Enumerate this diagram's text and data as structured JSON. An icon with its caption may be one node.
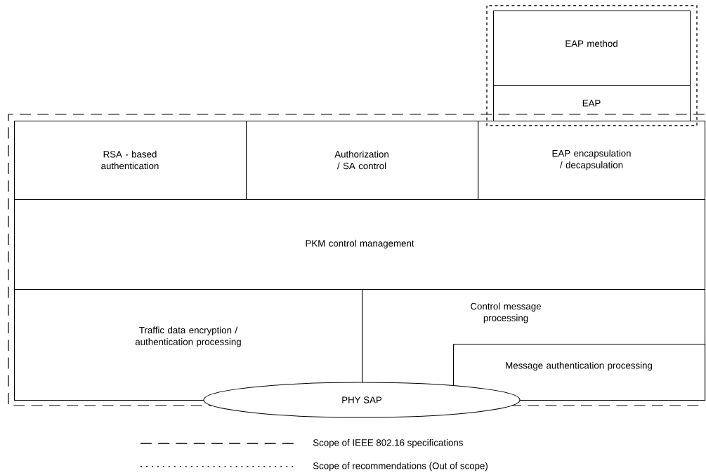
{
  "diagram": {
    "nodes": [
      {
        "text": [
          "EAP method"
        ]
      },
      {
        "text": [
          "EAP"
        ]
      },
      {
        "text": [
          "RSA - based authentication"
        ]
      },
      {
        "text": [
          "Authorization / SA control"
        ]
      },
      {
        "text": [
          "EAP encapsulation / decapsulation"
        ]
      },
      {
        "text": [
          "PKM control management"
        ]
      },
      {
        "text": [
          "Traffic data encryption / authentication processing"
        ]
      },
      {
        "text": [
          "Control message processing"
        ]
      },
      {
        "text": [
          "Message authentication processing"
        ],
        "in": 7
      },
      {
        "text": [
          "PHY SAP"
        ]
      }
    ],
    "legend": [
      {
        "text": "Scope of IEEE 802.16 specifications"
      },
      {
        "text": "Scope of recommendations (Out of scope)"
      }
    ]
  }
}
